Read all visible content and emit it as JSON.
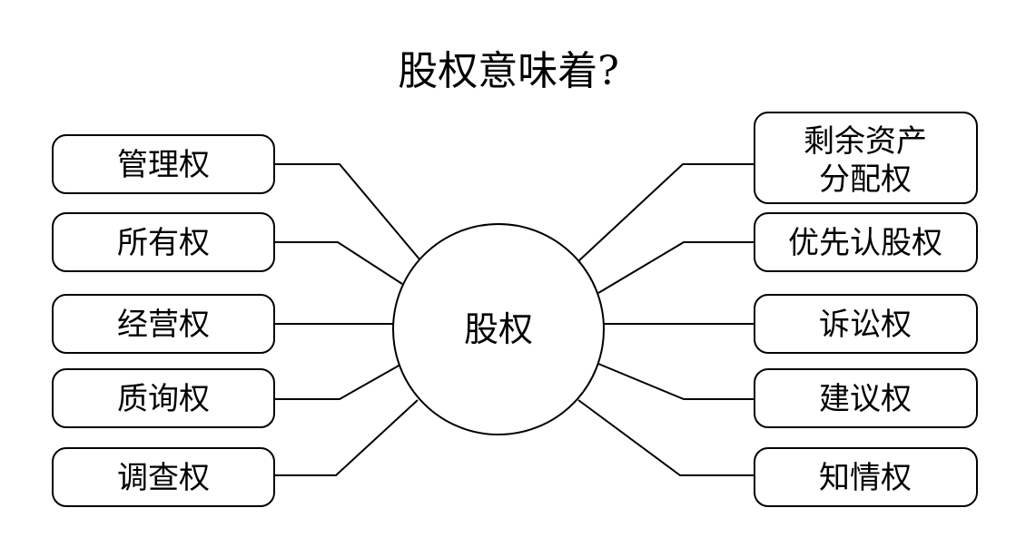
{
  "title": "股权意味着?",
  "center": {
    "label": "股权"
  },
  "left_items": [
    {
      "label": "管理权"
    },
    {
      "label": "所有权"
    },
    {
      "label": "经营权"
    },
    {
      "label": "质询权"
    },
    {
      "label": "调查权"
    }
  ],
  "right_items": [
    {
      "label_line1": "剩余资产",
      "label_line2": "分配权"
    },
    {
      "label": "优先认股权"
    },
    {
      "label": "诉讼权"
    },
    {
      "label": "建议权"
    },
    {
      "label": "知情权"
    }
  ],
  "colors": {
    "stroke": "#000000",
    "fill": "#ffffff",
    "text": "#000000"
  }
}
